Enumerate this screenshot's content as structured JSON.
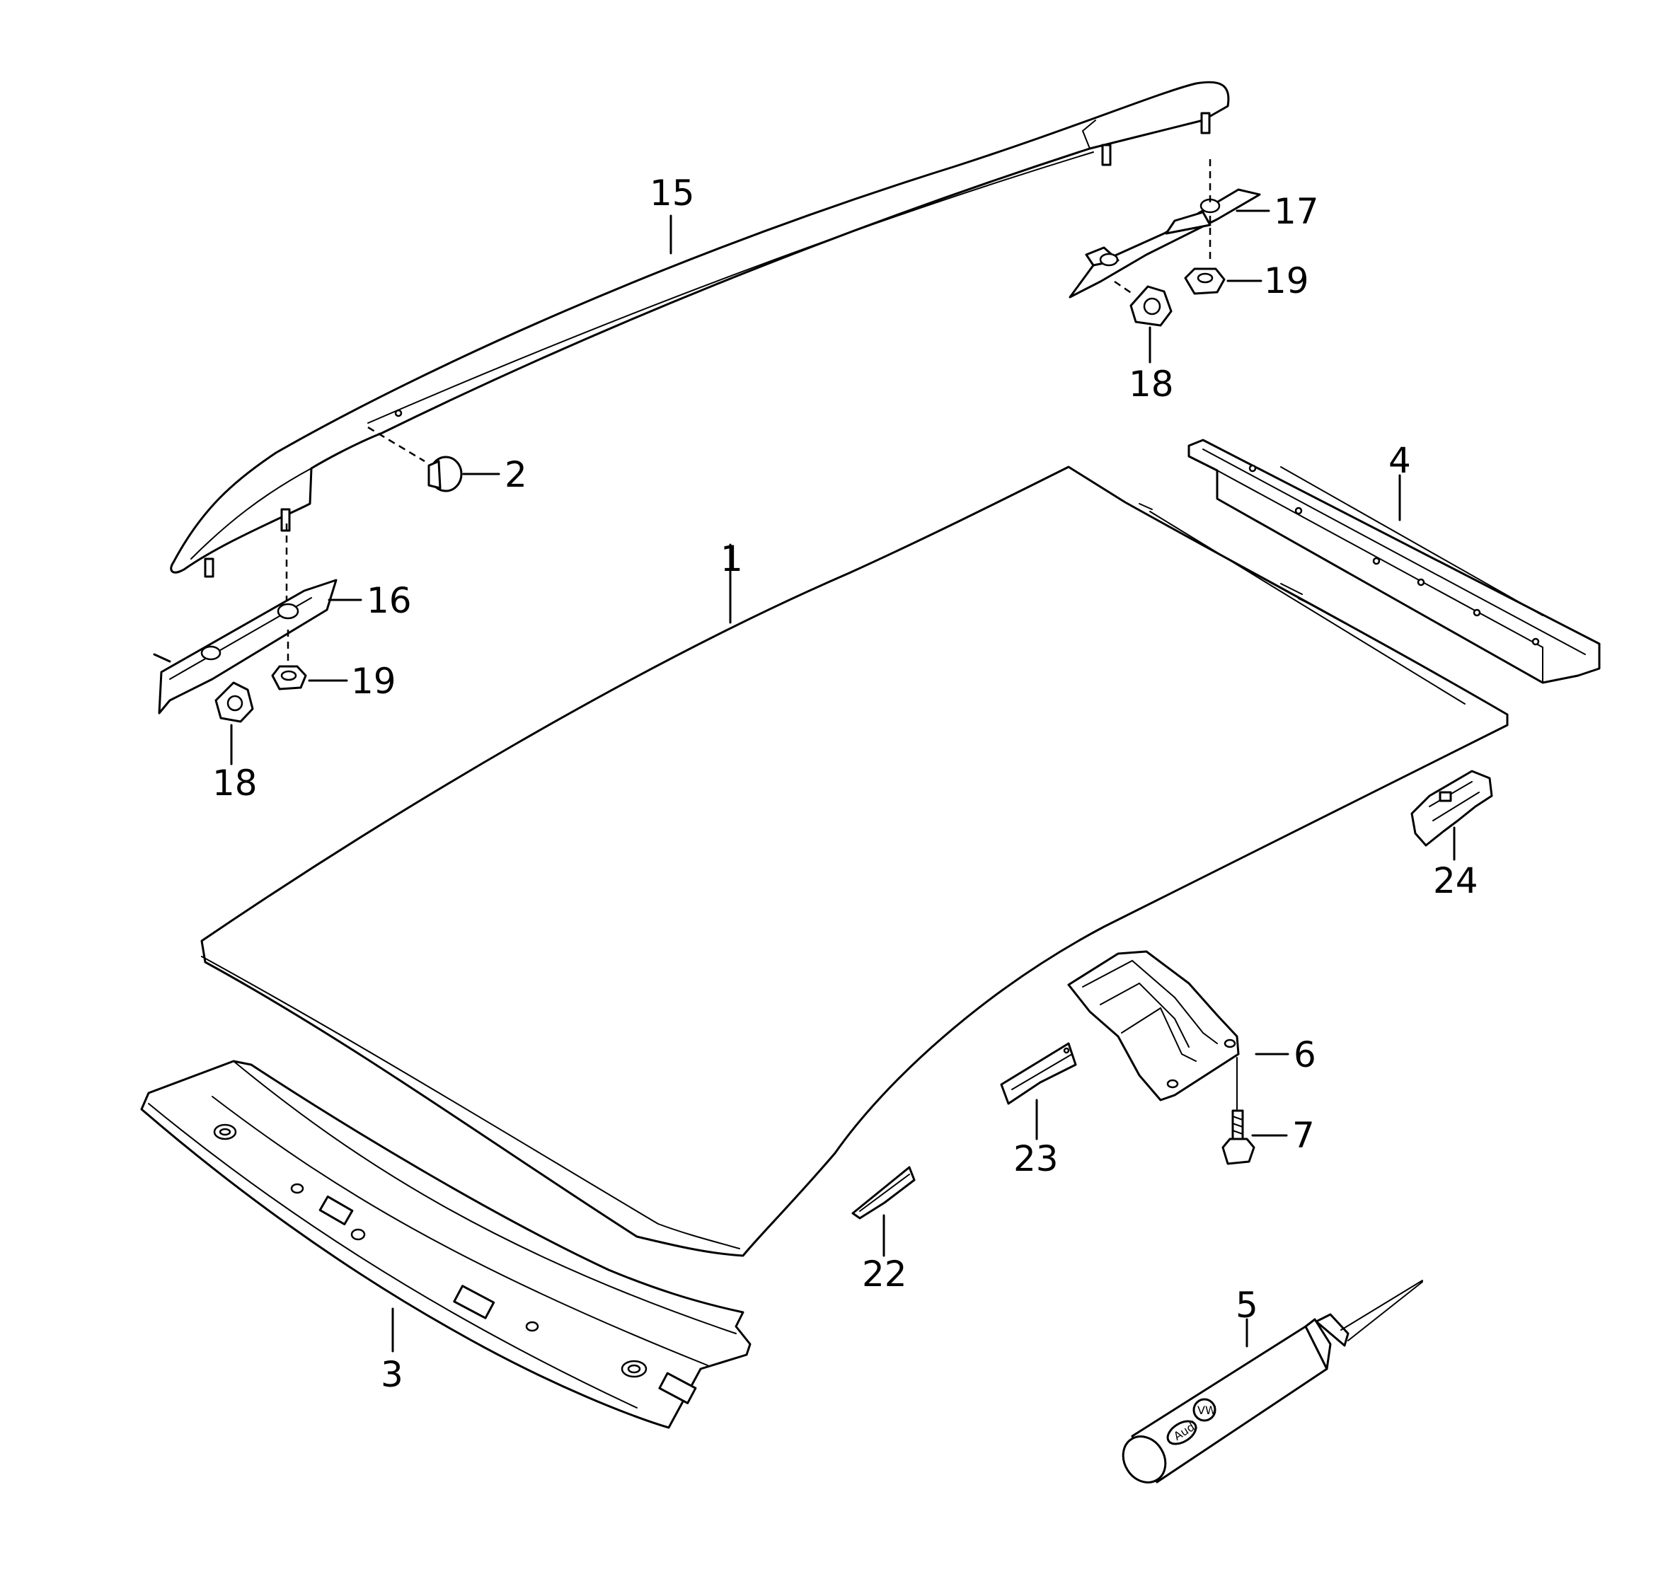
{
  "callouts": [
    {
      "id": "c1",
      "text": "1"
    },
    {
      "id": "c2",
      "text": "2"
    },
    {
      "id": "c3",
      "text": "3"
    },
    {
      "id": "c4",
      "text": "4"
    },
    {
      "id": "c5",
      "text": "5"
    },
    {
      "id": "c6",
      "text": "6"
    },
    {
      "id": "c7",
      "text": "7"
    },
    {
      "id": "c15",
      "text": "15"
    },
    {
      "id": "c16",
      "text": "16"
    },
    {
      "id": "c17",
      "text": "17"
    },
    {
      "id": "c18a",
      "text": "18"
    },
    {
      "id": "c18b",
      "text": "18"
    },
    {
      "id": "c19a",
      "text": "19"
    },
    {
      "id": "c19b",
      "text": "19"
    },
    {
      "id": "c22",
      "text": "22"
    },
    {
      "id": "c23",
      "text": "23"
    },
    {
      "id": "c24",
      "text": "24"
    }
  ],
  "logos": {
    "brand_a": "Audi",
    "brand_b": "VW"
  }
}
